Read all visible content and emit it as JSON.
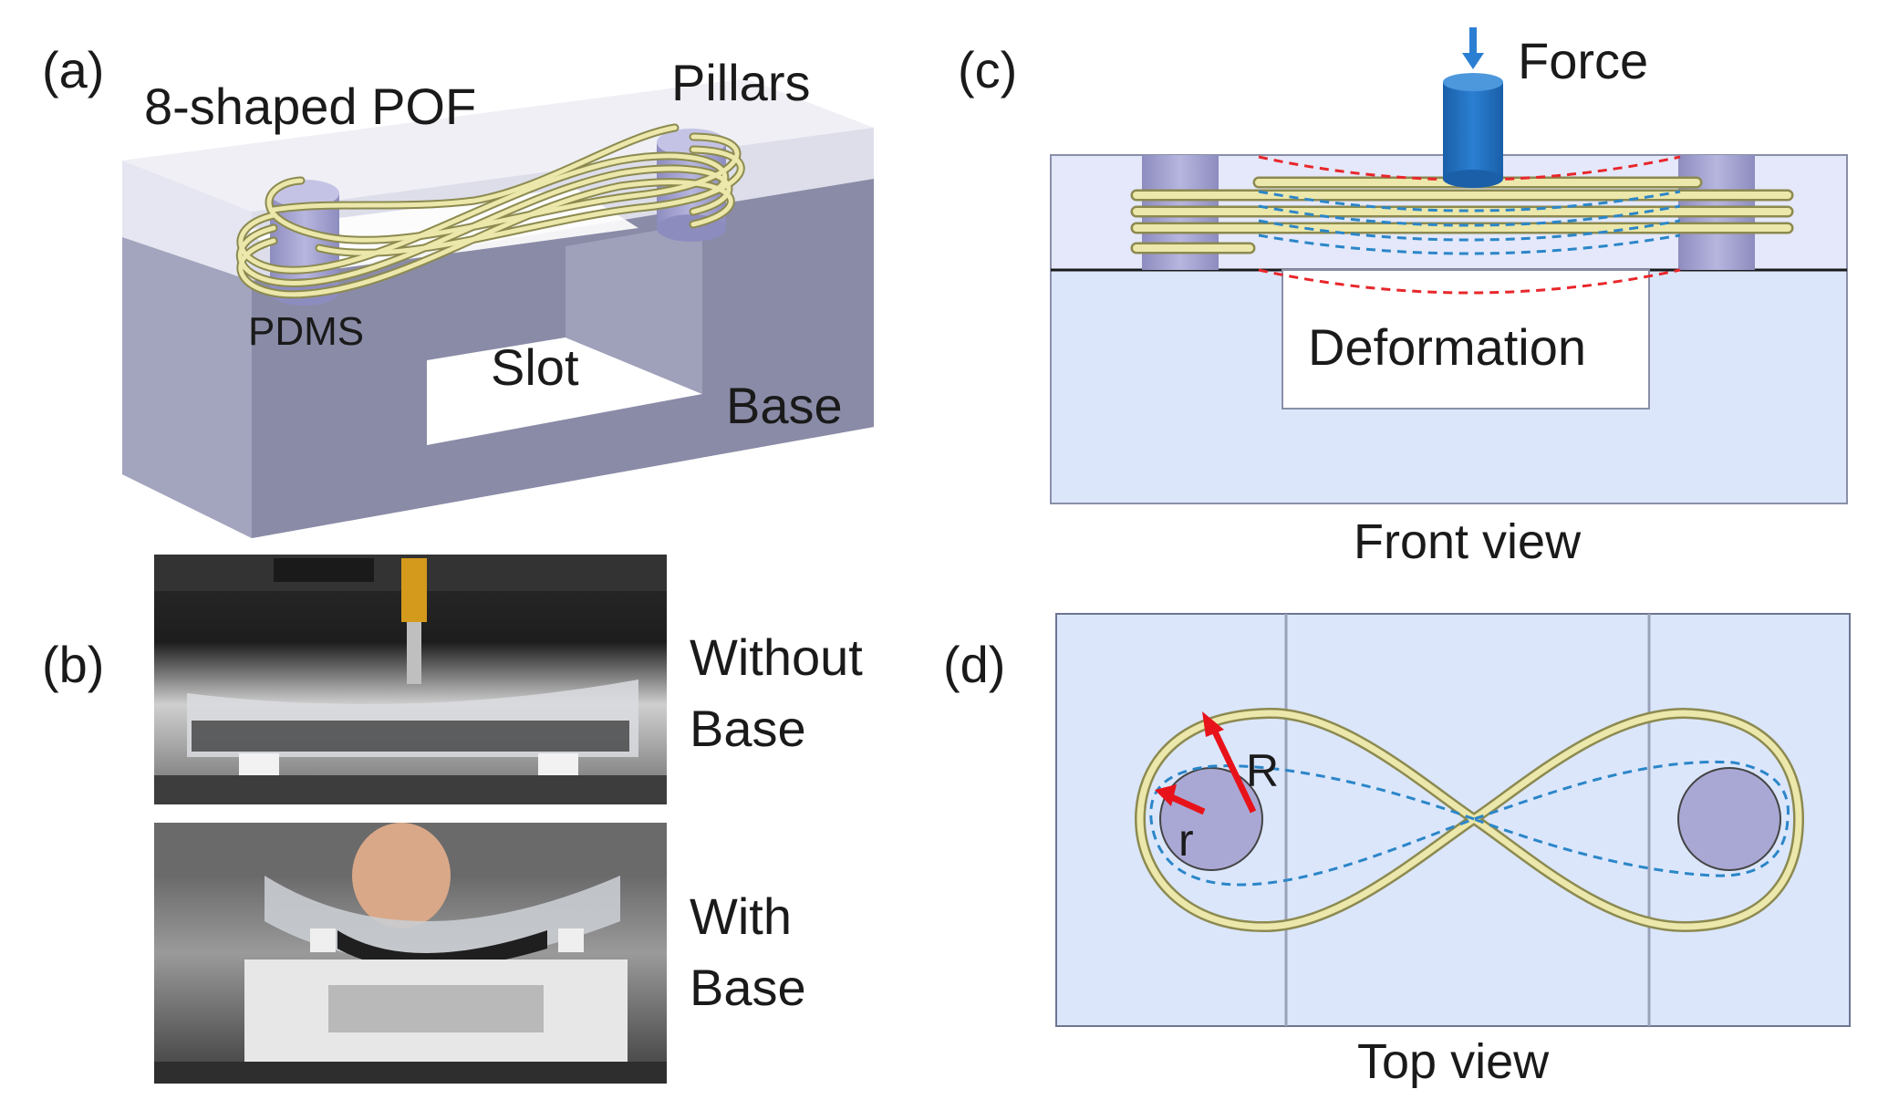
{
  "figure": {
    "panel_a": {
      "letter": "(a)",
      "labels": {
        "fiber": "8-shaped POF",
        "pillars": "Pillars",
        "pdms": "PDMS",
        "slot": "Slot",
        "base": "Base"
      }
    },
    "panel_b": {
      "letter": "(b)",
      "photo_top_label": [
        "Without",
        "Base"
      ],
      "photo_bottom_label": [
        "With",
        "Base"
      ]
    },
    "panel_c": {
      "letter": "(c)",
      "labels": {
        "force": "Force",
        "deformation": "Deformation",
        "view": "Front view"
      }
    },
    "panel_d": {
      "letter": "(d)",
      "labels": {
        "big_radius": "R",
        "small_radius": "r",
        "view": "Top view"
      }
    },
    "colors": {
      "base_dark": "#8a8ba8",
      "base_front": "#8f90ab",
      "pdms_transparent": "#e4e5ef",
      "pillar": "#a9a8d4",
      "fiber": "#e9e4a8",
      "fiber_edge": "#8c8a50",
      "force_blue": "#1f6fc0",
      "panel_bg": "#dbe6fb",
      "dashed_red": "#e8262b",
      "dashed_blue": "#2b86c8",
      "arrow_red": "#e8131a"
    }
  }
}
